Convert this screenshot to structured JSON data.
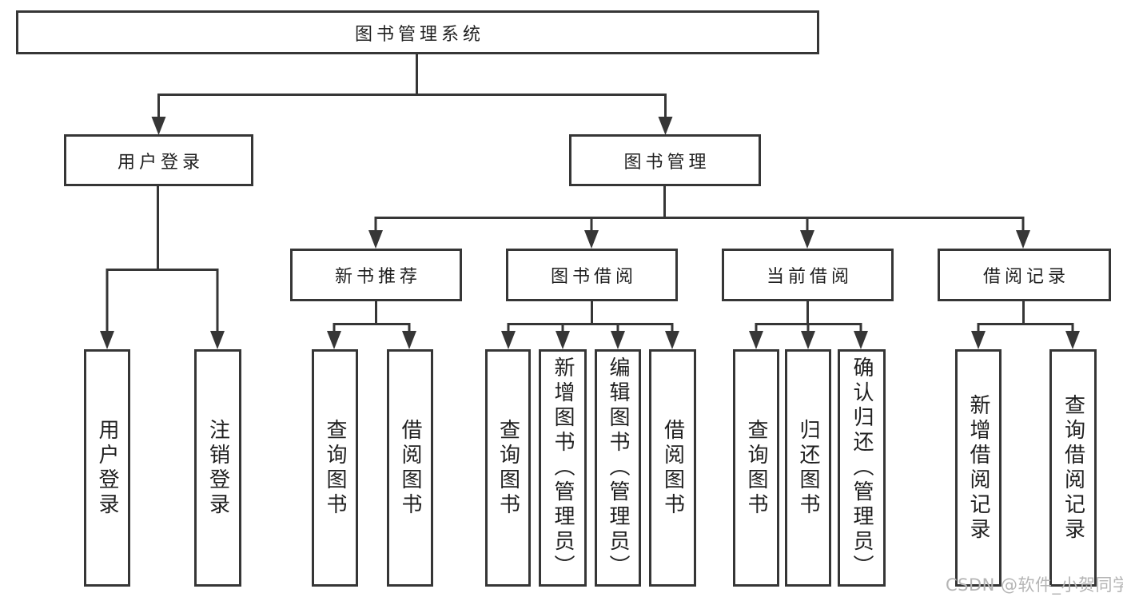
{
  "colors": {
    "line": "#363636",
    "text": "#1f1f1f",
    "background": "#ffffff",
    "watermark": "#b5b5b5"
  },
  "watermark": "CSDN @软件_小贺同学",
  "tree": {
    "root": "图书管理系统",
    "level2": {
      "user_login": "用户登录",
      "book_mgmt": "图书管理"
    },
    "level3": {
      "new_books": "新书推荐",
      "book_borrow": "图书借阅",
      "current_borrow": "当前借阅",
      "borrow_records": "借阅记录"
    },
    "leaves": {
      "user_login_self": "用户登录",
      "logout": "注销登录",
      "nb_query_books": "查询图书",
      "nb_borrow_books": "借阅图书",
      "bb_query_books": "查询图书",
      "bb_add_books_admin": "新增图书（管理员）",
      "bb_edit_books_admin": "编辑图书（管理员）",
      "bb_borrow_books": "借阅图书",
      "cb_query_books": "查询图书",
      "cb_return_books": "归还图书",
      "cb_confirm_return_admin": "确认归还（管理员）",
      "br_add_record": "新增借阅记录",
      "br_query_record": "查询借阅记录"
    }
  }
}
